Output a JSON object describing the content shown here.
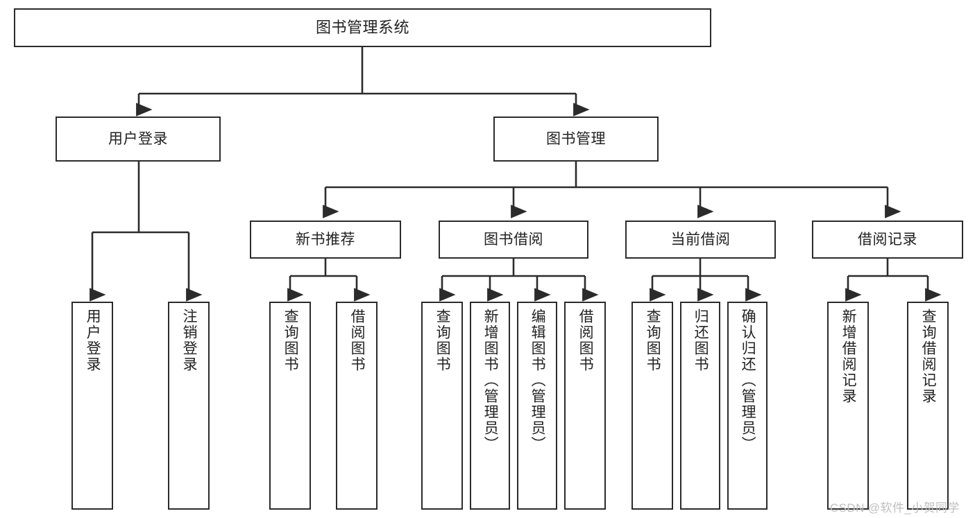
{
  "diagram": {
    "title": "图书管理系统",
    "watermark": "CSDN @软件_小贺同学",
    "stroke_color": "#2b2b2b",
    "fill_color": "#ffffff",
    "text_color": "#222222",
    "watermark_color": "#bfbfbf"
  },
  "nodes": {
    "root": {
      "label": "图书管理系统"
    },
    "level2": [
      {
        "label": "用户登录"
      },
      {
        "label": "图书管理"
      }
    ],
    "level3": [
      {
        "label": "新书推荐"
      },
      {
        "label": "图书借阅"
      },
      {
        "label": "当前借阅"
      },
      {
        "label": "借阅记录"
      }
    ],
    "leaves": {
      "user_login": [
        {
          "label": "用户登录"
        },
        {
          "label": "注销登录"
        }
      ],
      "new_book_recommend": [
        {
          "label": "查询图书"
        },
        {
          "label": "借阅图书"
        }
      ],
      "book_borrow": [
        {
          "label": "查询图书"
        },
        {
          "label": "新增图书（管理员）"
        },
        {
          "label": "编辑图书（管理员）"
        },
        {
          "label": "借阅图书"
        }
      ],
      "current_borrow": [
        {
          "label": "查询图书"
        },
        {
          "label": "归还图书"
        },
        {
          "label": "确认归还（管理员）"
        }
      ],
      "borrow_record": [
        {
          "label": "新增借阅记录"
        },
        {
          "label": "查询借阅记录"
        }
      ]
    }
  }
}
